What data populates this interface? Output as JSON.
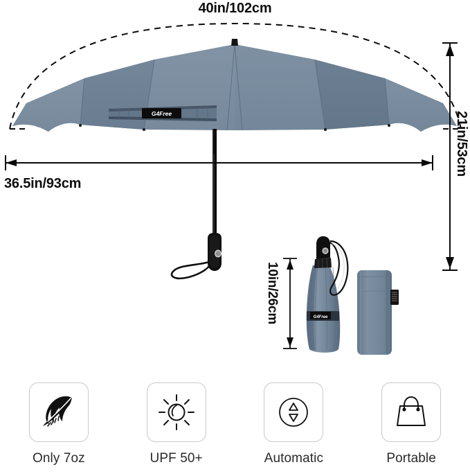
{
  "product": {
    "brand_label": "G4Free",
    "canopy_color": "#6f8294",
    "canopy_color_light": "#8294a6",
    "canopy_color_dark": "#5d7competitor",
    "shaft_color": "#101010"
  },
  "dimensions": {
    "canopy_arc": {
      "name": "canopy-arc-span",
      "text": "40in/102cm"
    },
    "canopy_width": {
      "name": "canopy-width",
      "text": "36.5in/93cm"
    },
    "open_height": {
      "name": "open-height",
      "text": "21in/53cm"
    },
    "folded_length": {
      "name": "folded-length",
      "text": "10in/26cm"
    }
  },
  "features": [
    {
      "icon": "feather-icon",
      "label": "Only 7oz"
    },
    {
      "icon": "sun-icon",
      "label": "UPF 50+"
    },
    {
      "icon": "auto-open-close-icon",
      "label": "Automatic"
    },
    {
      "icon": "handbag-icon",
      "label": "Portable"
    }
  ]
}
